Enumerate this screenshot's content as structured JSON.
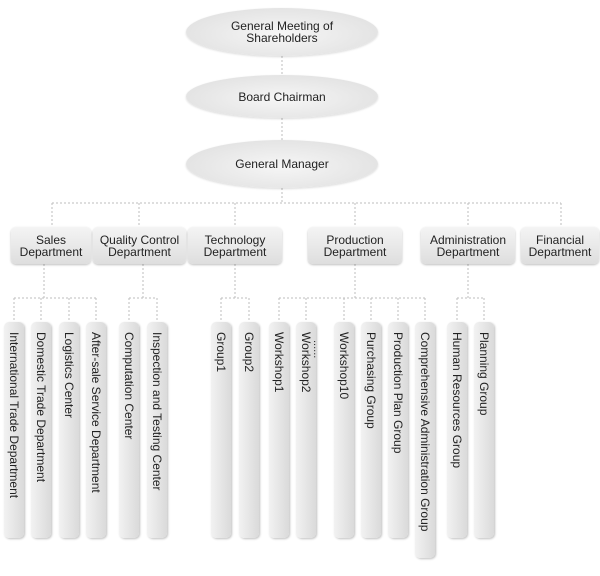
{
  "top": [
    {
      "id": "shareholders",
      "label": "General Meeting of Shareholders"
    },
    {
      "id": "chairman",
      "label": "Board Chairman"
    },
    {
      "id": "manager",
      "label": "General Manager"
    }
  ],
  "departments": [
    {
      "id": "sales",
      "label": "Sales Department",
      "children": [
        "International Trade Department",
        "Domestic Trade Department",
        "Logistics Center",
        "After-sale Service Department"
      ]
    },
    {
      "id": "quality",
      "label": "Quality Control Department",
      "children": [
        "Computation Center",
        "Inspection and Testing Center"
      ]
    },
    {
      "id": "technology",
      "label": "Technology Department",
      "children": [
        "Group1",
        "Group2"
      ]
    },
    {
      "id": "production",
      "label": "Production Department",
      "children": [
        "Workshop1",
        "Workshop2",
        "......",
        "Workshop10",
        "Purchasing Group",
        "Production Plan Group",
        "Comprehensive Administration Group"
      ]
    },
    {
      "id": "administration",
      "label": "Administration Department",
      "children": [
        "Human Resources Group",
        "Planning Group"
      ]
    },
    {
      "id": "financial",
      "label": "Financial Department",
      "children": []
    }
  ],
  "colors": {
    "line": "#bdbdbd",
    "node_fill": "#e6e6e6",
    "text": "#222222"
  }
}
